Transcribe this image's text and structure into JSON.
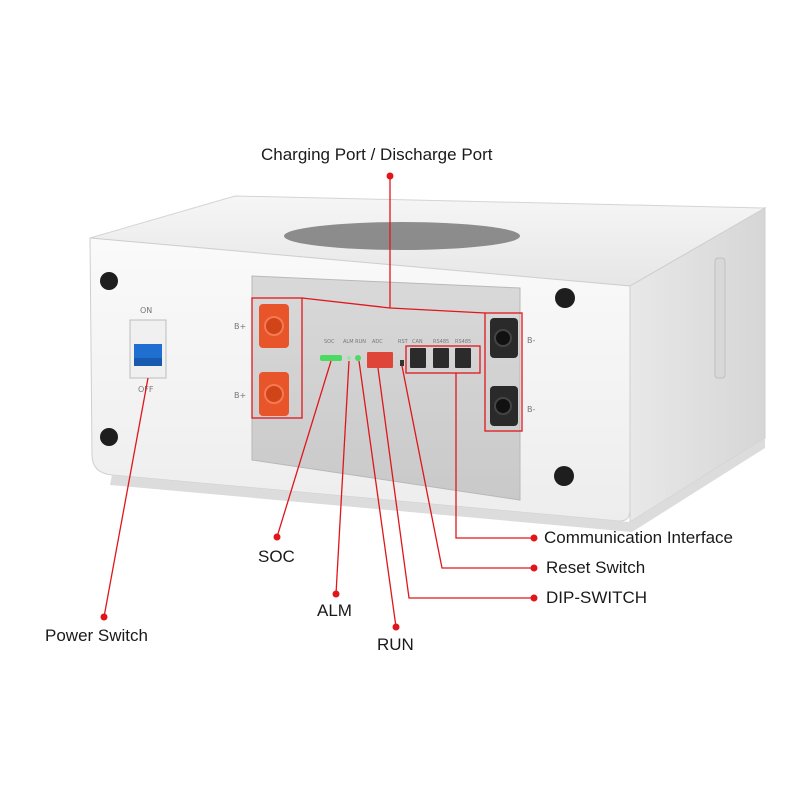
{
  "labels": {
    "charging_port": "Charging Port / Discharge Port",
    "communication_interface": "Communication Interface",
    "reset_switch": "Reset Switch",
    "dip_switch": "DIP-SWITCH",
    "soc": "SOC",
    "alm": "ALM",
    "run": "RUN",
    "power_switch": "Power Switch"
  },
  "device_text": {
    "switch_on": "ON",
    "switch_off": "OFF",
    "port_b_plus_top": "B+",
    "port_b_plus_bottom": "B+",
    "port_b_minus_top": "B-",
    "port_b_minus_bottom": "B-",
    "panel_soc": "SOC",
    "panel_alm_run": "ALM RUN",
    "panel_adc": "ADC",
    "panel_rst": "RST",
    "panel_can": "CAN",
    "panel_rs485": "RS485",
    "panel_rs485_b": "RS485"
  },
  "colors": {
    "callout_red": "#e0161b",
    "port_orange": "#e8552a",
    "led_green": "#4cd964",
    "breaker_blue": "#1f6fd1",
    "dip_red": "#e0453a"
  }
}
